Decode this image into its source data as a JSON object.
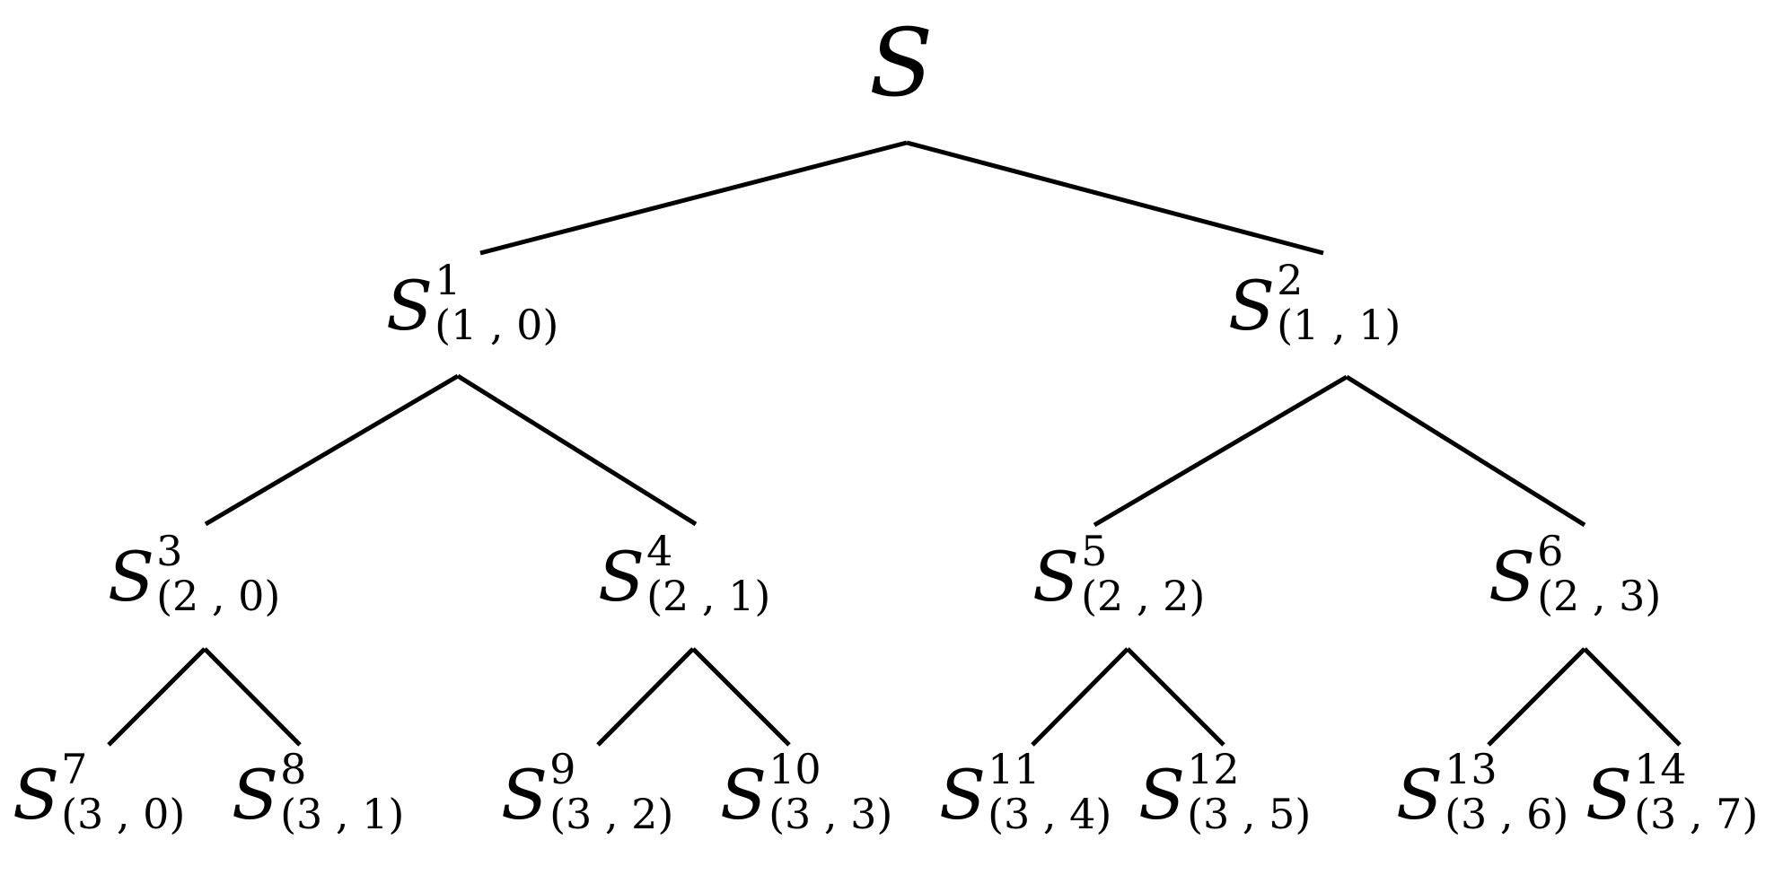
{
  "diagram": {
    "line_color": "#000000",
    "root": {
      "label": "S"
    },
    "nodes": [
      {
        "id": "n1",
        "base": "S",
        "sup": "1",
        "sub": "(1 , 0)",
        "parent": "root"
      },
      {
        "id": "n2",
        "base": "S",
        "sup": "2",
        "sub": "(1 , 1)",
        "parent": "root"
      },
      {
        "id": "n3",
        "base": "S",
        "sup": "3",
        "sub": "(2 , 0)",
        "parent": "n1"
      },
      {
        "id": "n4",
        "base": "S",
        "sup": "4",
        "sub": "(2 , 1)",
        "parent": "n1"
      },
      {
        "id": "n5",
        "base": "S",
        "sup": "5",
        "sub": "(2 , 2)",
        "parent": "n2"
      },
      {
        "id": "n6",
        "base": "S",
        "sup": "6",
        "sub": "(2 , 3)",
        "parent": "n2"
      },
      {
        "id": "n7",
        "base": "S",
        "sup": "7",
        "sub": "(3 , 0)",
        "parent": "n3"
      },
      {
        "id": "n8",
        "base": "S",
        "sup": "8",
        "sub": "(3 , 1)",
        "parent": "n3"
      },
      {
        "id": "n9",
        "base": "S",
        "sup": "9",
        "sub": "(3 , 2)",
        "parent": "n4"
      },
      {
        "id": "n10",
        "base": "S",
        "sup": "10",
        "sub": "(3 , 3)",
        "parent": "n4"
      },
      {
        "id": "n11",
        "base": "S",
        "sup": "11",
        "sub": "(3 , 4)",
        "parent": "n5"
      },
      {
        "id": "n12",
        "base": "S",
        "sup": "12",
        "sub": "(3 , 5)",
        "parent": "n5"
      },
      {
        "id": "n13",
        "base": "S",
        "sup": "13",
        "sub": "(3 , 6)",
        "parent": "n6"
      },
      {
        "id": "n14",
        "base": "S",
        "sup": "14",
        "sub": "(3 , 7)",
        "parent": "n6"
      }
    ]
  }
}
